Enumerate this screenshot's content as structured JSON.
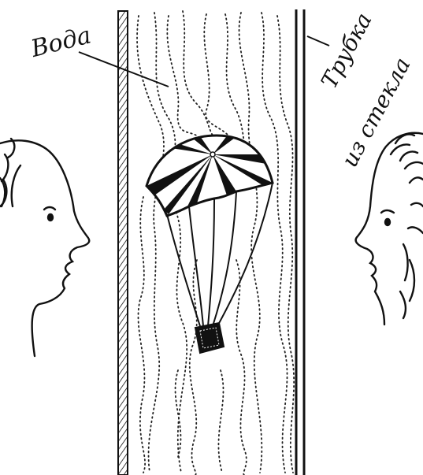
{
  "labels": {
    "water": "Вода",
    "tube_line1": "Трубка",
    "tube_line2": "из стекла"
  }
}
